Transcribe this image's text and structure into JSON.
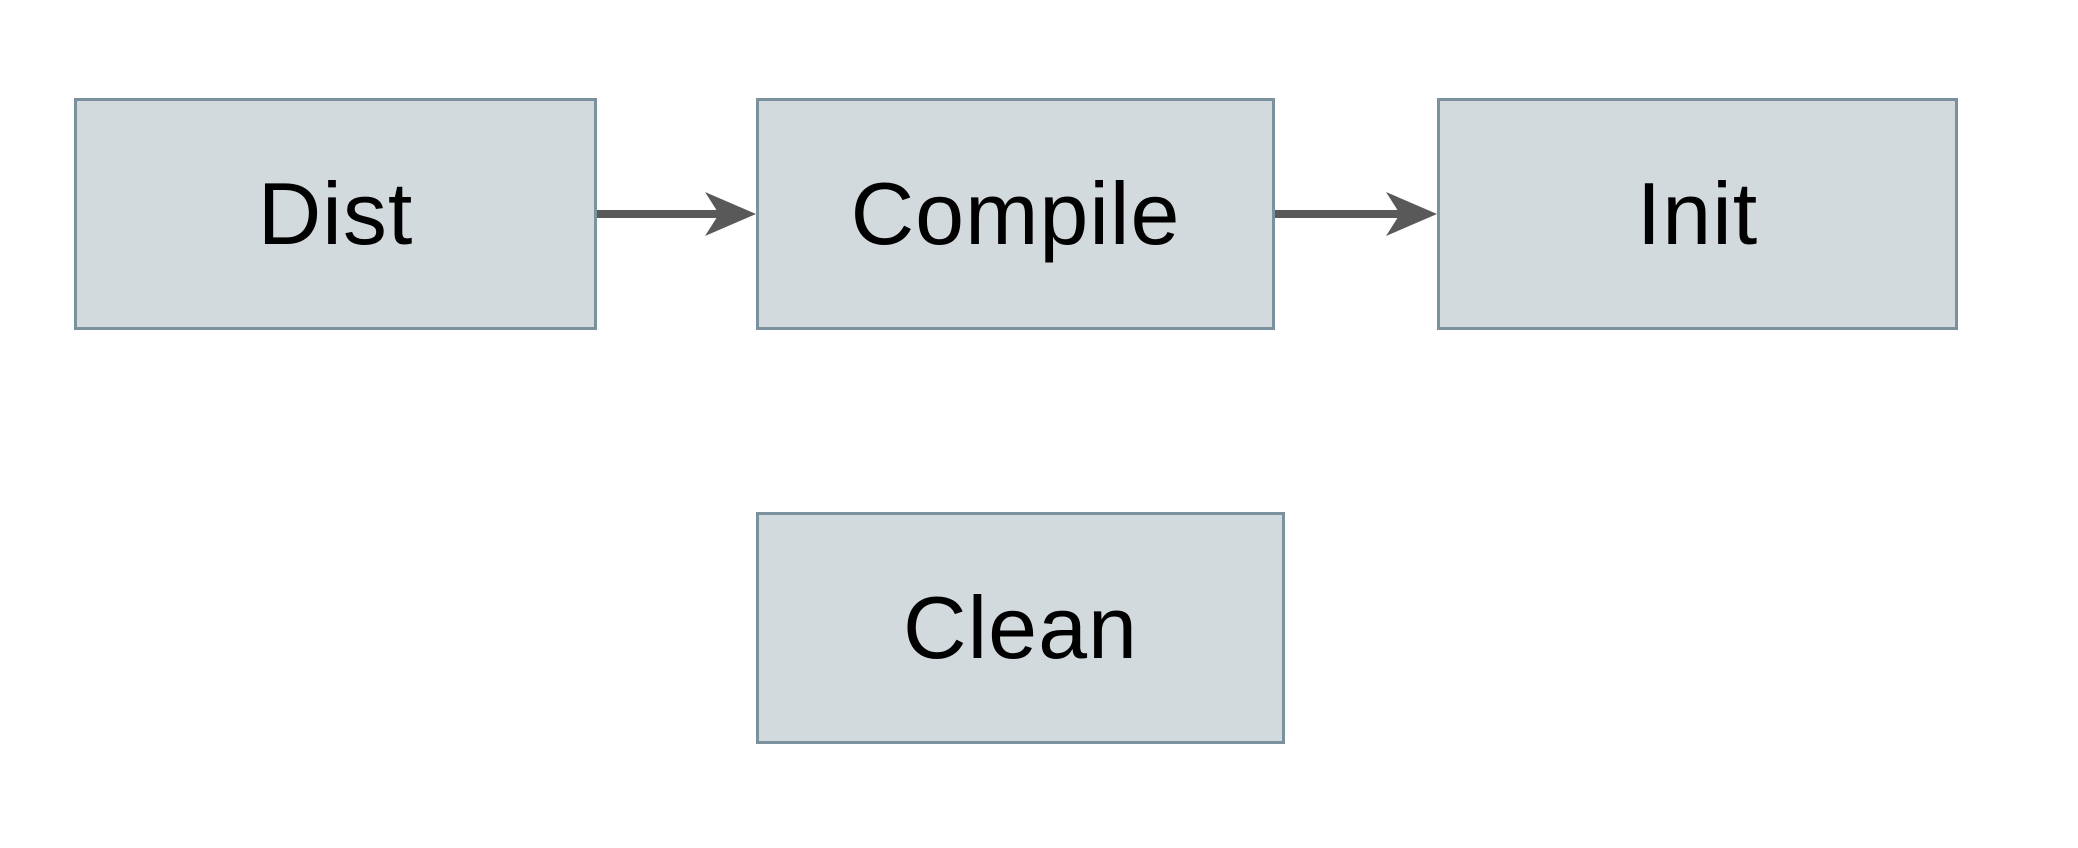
{
  "diagram": {
    "background_color": "#ffffff",
    "node_fill_color": "#d3dadd",
    "node_border_color": "#7b919e",
    "arrow_color": "#595959",
    "text_color": "#000000",
    "nodes": [
      {
        "id": "dist",
        "label": "Dist"
      },
      {
        "id": "compile",
        "label": "Compile"
      },
      {
        "id": "init",
        "label": "Init"
      },
      {
        "id": "clean",
        "label": "Clean"
      }
    ],
    "edges": [
      {
        "from": "Dist",
        "to": "Compile"
      },
      {
        "from": "Compile",
        "to": "Init"
      }
    ]
  }
}
